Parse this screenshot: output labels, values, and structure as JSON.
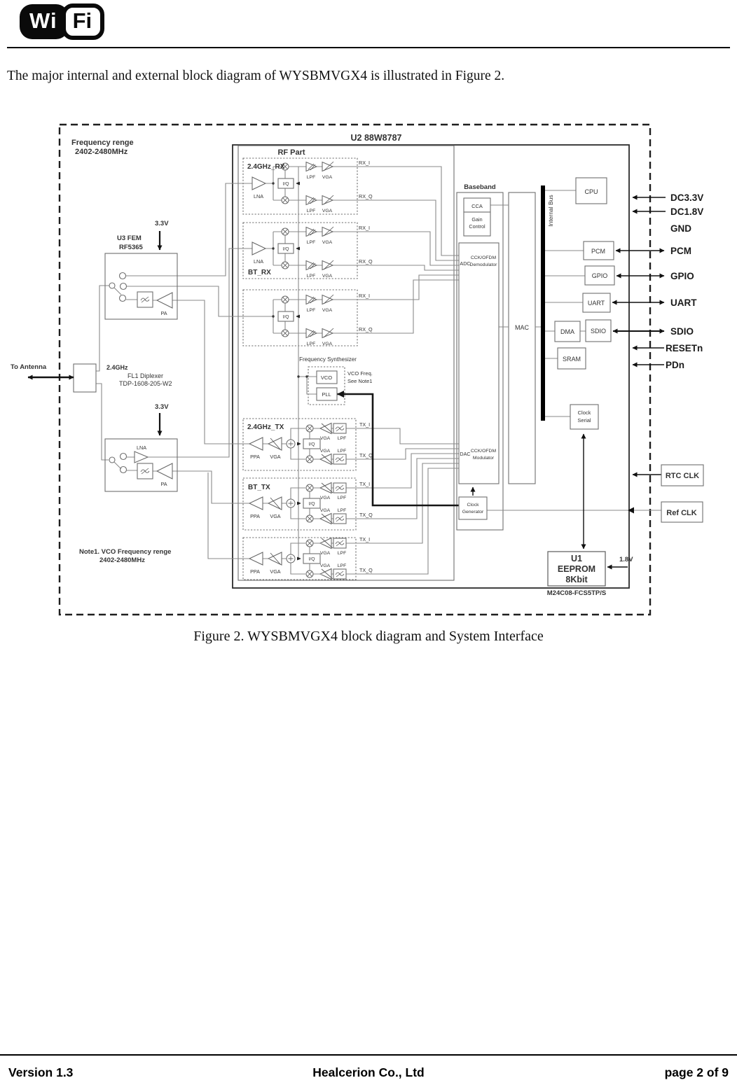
{
  "header": {
    "logo_wi": "Wi",
    "logo_fi": "Fi"
  },
  "intro_text": "The major internal and external block diagram of WYSBMVGX4 is illustrated in Figure 2.",
  "figure_caption": "Figure 2. WYSBMVGX4 block diagram and System Interface",
  "footer": {
    "version": "Version 1.3",
    "company": "Healcerion Co., Ltd",
    "page": "page 2 of 9"
  },
  "diagram": {
    "freq_range_line1": "Frequency renge",
    "freq_range_line2": "2402-2480MHz",
    "chip_label": "U2  88W8787",
    "rf_part": "RF Part",
    "rx1_title": "2.4GHz_RX",
    "rx2_title": "BT_RX",
    "tx1_title": "2.4GHz_TX",
    "tx2_title": "BT_TX",
    "lna": "LNA",
    "iq": "I/Q",
    "lpf": "LPF",
    "vga": "VGA",
    "ppa": "PPA",
    "pa": "PA",
    "rx_i": "RX_I",
    "rx_q": "RX_Q",
    "tx_i": "TX_I",
    "tx_q": "TX_Q",
    "freq_synth": "Frequency Synthesizer",
    "vco": "VCO",
    "pll": "PLL",
    "vco_note_line1": "VCO Freq.",
    "vco_note_line2": "See Note1",
    "baseband": "Baseband",
    "cca": "CCA",
    "gain_line1": "Gain",
    "gain_line2": "Control",
    "adc": "ADC",
    "dac": "DAC",
    "cck_ofdm": "CCK/OFDM",
    "demodulator": "Demodulator",
    "modulator": "Modulator",
    "mac": "MAC",
    "internal_bus": "Internal Bus",
    "cpu": "CPU",
    "pcm": "PCM",
    "gpio": "GPIO",
    "uart": "UART",
    "dma": "DMA",
    "sdio": "SDIO",
    "sram": "SRAM",
    "clock_line": "Clock",
    "serial_line": "Serial",
    "generator_line": "Generator",
    "supply_3v3": "3.3V",
    "supply_1v8": "1.8V",
    "fem_ref": "U3 FEM",
    "fem_part": "RF5365",
    "diplexer_freq": "2.4GHz",
    "diplexer_name": "FL1 Diplexer",
    "diplexer_part": "TDP-1608-205-W2",
    "to_antenna": "To Antenna",
    "note_line1": "Note1. VCO Frequency renge",
    "note_line2": "2402-2480MHz",
    "ext_dc33": "DC3.3V",
    "ext_dc18": "DC1.8V",
    "ext_gnd": "GND",
    "ext_pcm": "PCM",
    "ext_gpio": "GPIO",
    "ext_uart": "UART",
    "ext_sdio": "SDIO",
    "ext_resetn": "RESETn",
    "ext_pdn": "PDn",
    "ext_rtc": "RTC CLK",
    "ext_ref": "Ref CLK",
    "eeprom_ref": "U1",
    "eeprom_name": "EEPROM",
    "eeprom_size": "8Kbit",
    "eeprom_part": "M24C08-FCS5TP/S"
  }
}
